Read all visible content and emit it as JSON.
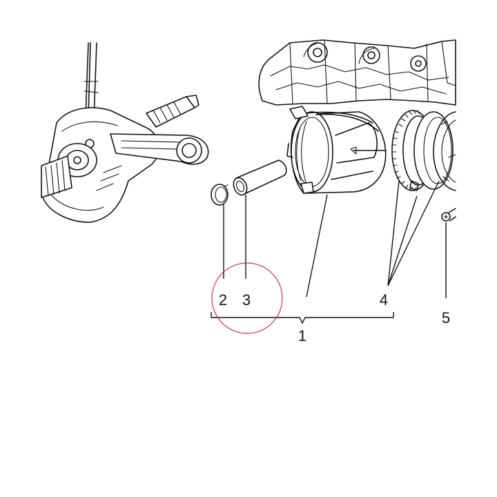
{
  "callouts": {
    "c1": "1",
    "c2": "2",
    "c3": "3",
    "c4": "4",
    "c5": "5"
  },
  "colors": {
    "linework": "#111111",
    "highlight_circle": "#c8323c",
    "background": "#ffffff"
  }
}
